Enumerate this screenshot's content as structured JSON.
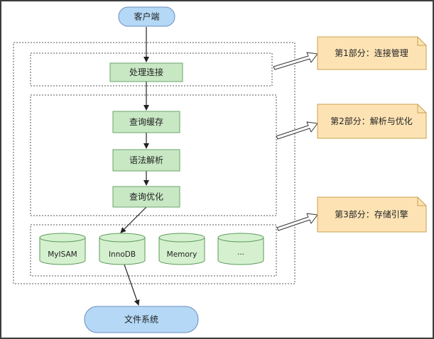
{
  "colors": {
    "client_fill": "#b4d8f5",
    "client_stroke": "#6c8ebf",
    "step_fill": "#c8e8c4",
    "step_stroke": "#6aa36a",
    "db_fill": "#d5f0cf",
    "db_stroke": "#5a9a5a",
    "note_fill": "#fde3b4",
    "note_stroke": "#c9a050",
    "boundary": "#555555"
  },
  "nodes": {
    "client": "客户端",
    "connection": "处理连接",
    "query_cache": "查询缓存",
    "parsing": "语法解析",
    "query_optimization": "查询优化",
    "file_system": "文件系统"
  },
  "engines": [
    "MyISAM",
    "InnoDB",
    "Memory",
    "..."
  ],
  "notes": [
    "第1部分：连接管理",
    "第2部分：解析与优化",
    "第3部分：存储引擎"
  ]
}
